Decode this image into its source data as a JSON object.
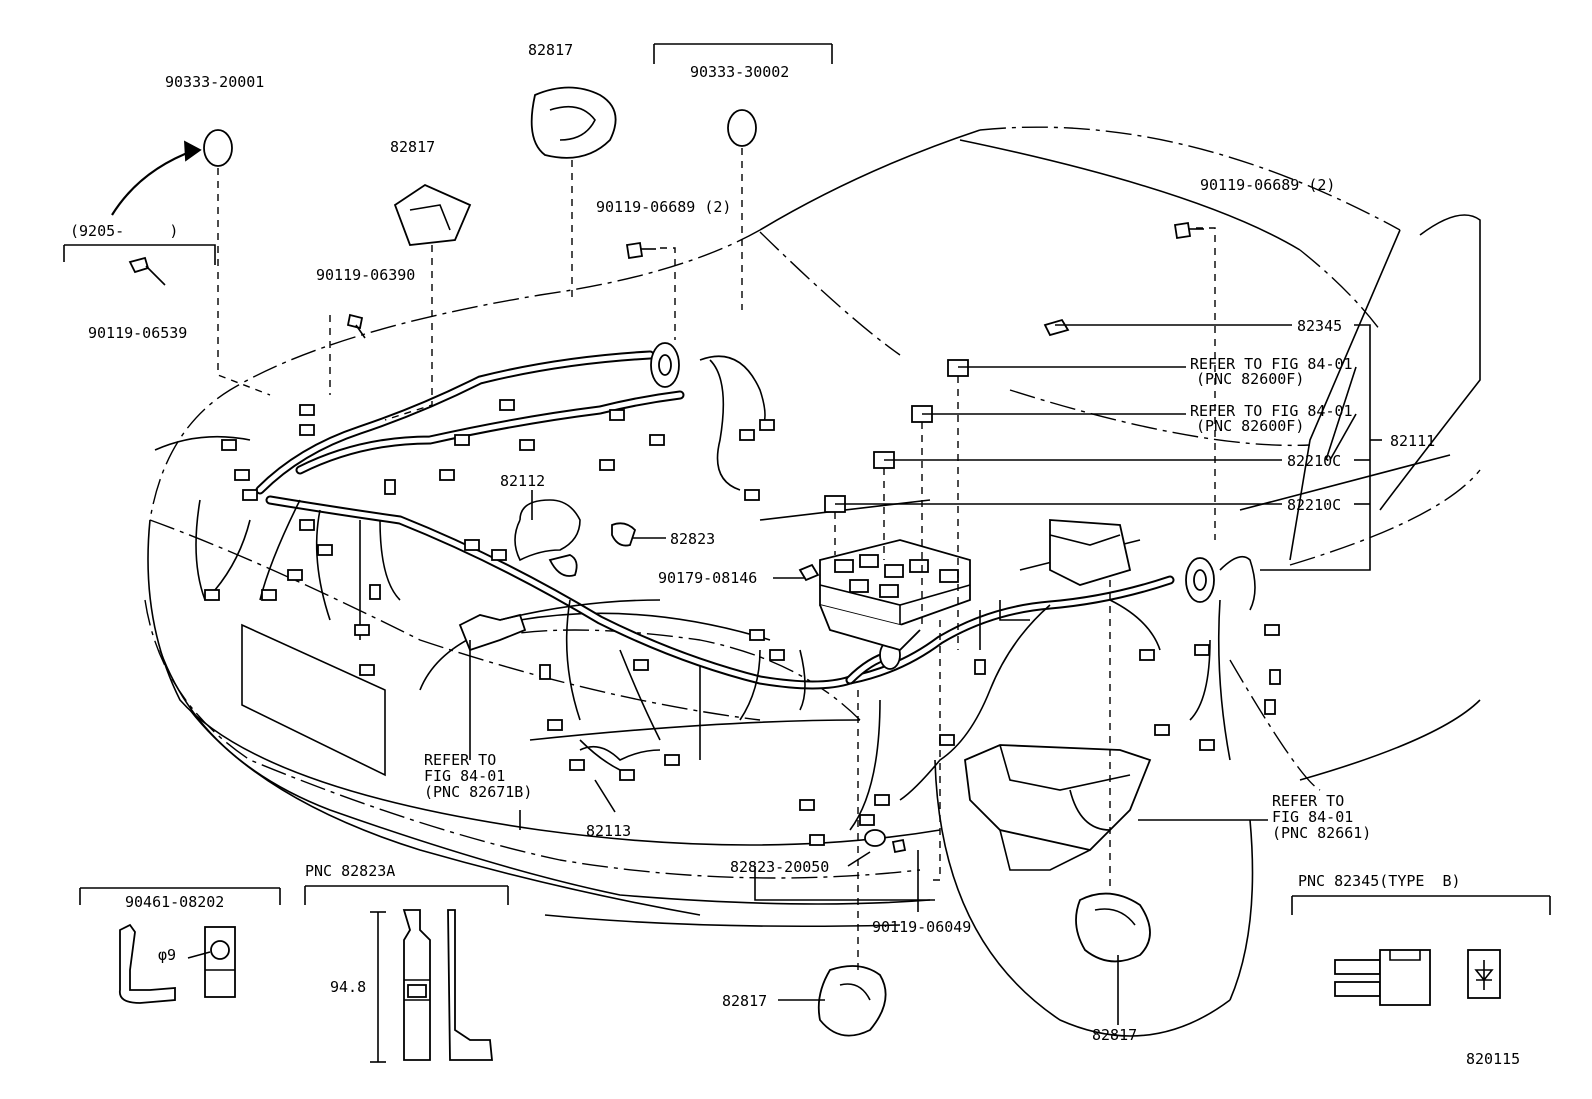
{
  "diagram": {
    "figure_code": "820115",
    "labels": {
      "grommet_left": "90333-20001",
      "grommet_right": "90333-30002",
      "date_range": "(9205-     )",
      "screw_left": "90119-06539",
      "bolt_upper_left": "90119-06390",
      "bracket_top_left": "82817",
      "bracket_top_center": "82817",
      "bolt_center": "90119-06689 (2)",
      "bolt_right": "90119-06689 (2)",
      "relay_82345": "82345",
      "refer_1_line1": "REFER TO FIG 84-01",
      "refer_1_line2": "(PNC 82600F)",
      "refer_2_line1": "REFER TO FIG 84-01",
      "refer_2_line2": "(PNC 82600F)",
      "relay_82210c_1": "82210C",
      "relay_82210c_2": "82210C",
      "harness_82111": "82111",
      "harness_82112": "82112",
      "clamp_82823": "82823",
      "nut_90179": "90179-08146",
      "refer_left_line1": "REFER TO",
      "refer_left_line2": "FIG 84-01",
      "refer_left_line3": "(PNC 82671B)",
      "harness_82113": "82113",
      "clamp_82823_20050": "82823-20050",
      "bolt_90119_06049": "90119-06049",
      "refer_right_line1": "REFER TO",
      "refer_right_line2": "FIG 84-01",
      "refer_right_line3": "(PNC 82661)",
      "bracket_bottom_center": "82817",
      "bracket_bottom_right": "82817"
    },
    "insets": {
      "clip_inset": {
        "title": "90461-08202",
        "dimension": "φ9"
      },
      "pnc_82823a": {
        "title": "PNC 82823A",
        "dimension": "94.8"
      },
      "pnc_82345b": {
        "title": "PNC 82345(TYPE  B)"
      }
    }
  }
}
